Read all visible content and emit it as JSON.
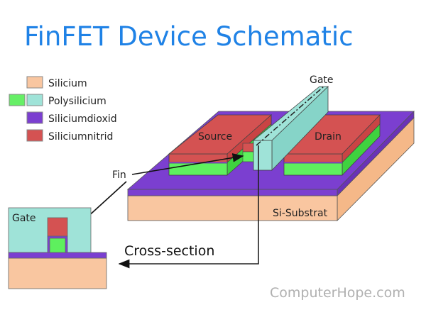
{
  "title": "FinFET Device Schematic",
  "legend": [
    {
      "label": "Silicium",
      "color": "#f9c6a0"
    },
    {
      "label": "Polysilicium",
      "color": "#9fe3d8",
      "extra_color": "#66ef66"
    },
    {
      "label": "Siliciumdioxid",
      "color": "#7b3fd0"
    },
    {
      "label": "Siliciumnitrid",
      "color": "#d45252"
    }
  ],
  "labels": {
    "gate": "Gate",
    "source": "Source",
    "drain": "Drain",
    "fin": "Fin",
    "substrate": "Si-Substrat",
    "cross_section": "Cross-section",
    "cross_gate": "Gate"
  },
  "watermark": "ComputerHope.com"
}
